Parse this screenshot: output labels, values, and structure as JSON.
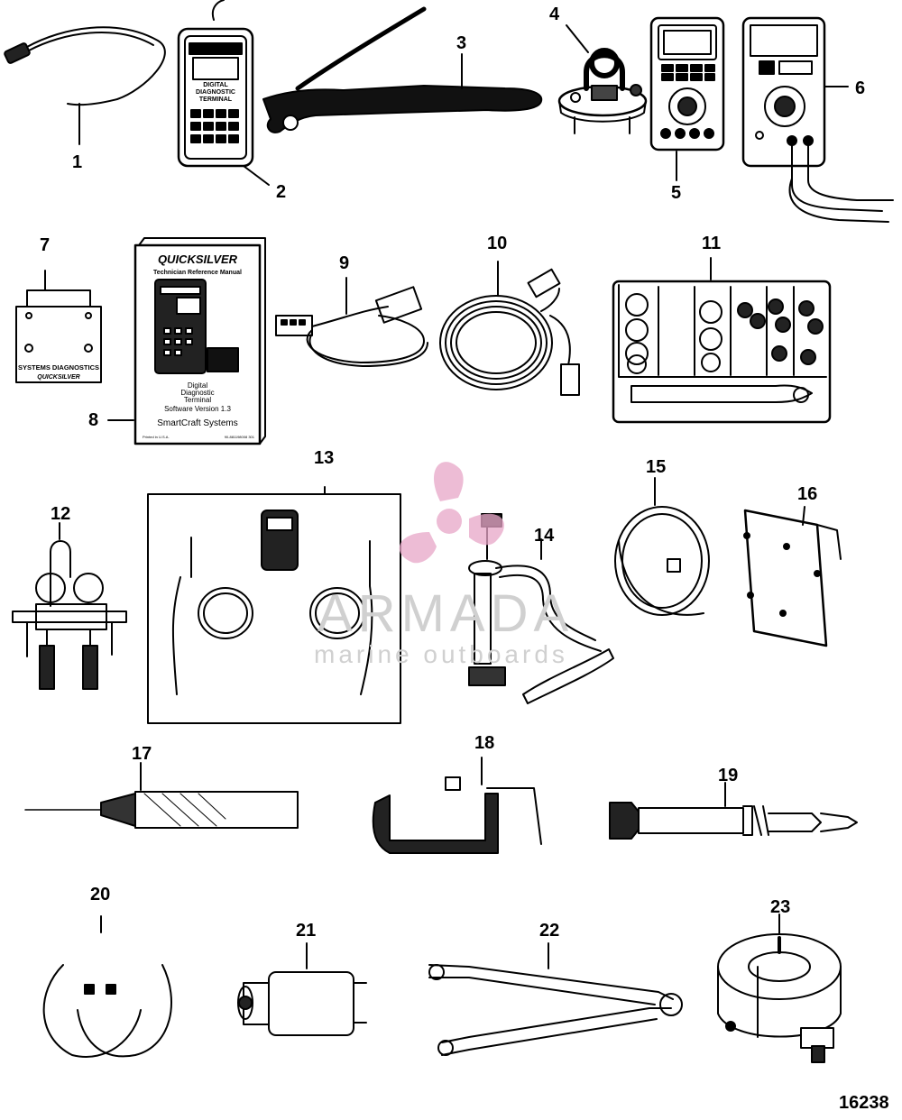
{
  "callouts": [
    {
      "num": "1"
    },
    {
      "num": "2"
    },
    {
      "num": "3"
    },
    {
      "num": "4"
    },
    {
      "num": "5"
    },
    {
      "num": "6"
    },
    {
      "num": "7"
    },
    {
      "num": "8"
    },
    {
      "num": "9"
    },
    {
      "num": "10"
    },
    {
      "num": "11"
    },
    {
      "num": "12"
    },
    {
      "num": "13"
    },
    {
      "num": "14"
    },
    {
      "num": "15"
    },
    {
      "num": "16"
    },
    {
      "num": "17"
    },
    {
      "num": "18"
    },
    {
      "num": "19"
    },
    {
      "num": "20"
    },
    {
      "num": "21"
    },
    {
      "num": "22"
    },
    {
      "num": "23"
    }
  ],
  "figure_number": "16238",
  "watermark": {
    "name": "ARMADA",
    "subtitle": "marine outboards",
    "color": "#e8a6c8"
  },
  "terminal": {
    "brand": "QUICKSILVER",
    "line1": "DIGITAL",
    "line2": "DIAGNOSTIC",
    "line3": "TERMINAL"
  },
  "manual": {
    "brand": "QUICKSILVER",
    "title": "Technician Reference Manual",
    "line1": "Digital",
    "line2": "Diagnostic",
    "line3": "Terminal",
    "version": "Software Version 1.3",
    "product": "SmartCraft    Systems",
    "footer_left": "Printed in U.S.A.",
    "footer_right": "90-881198008  301"
  },
  "cartridge": {
    "label": "SYSTEMS DIAGNOSTICS",
    "brand": "QUICKSILVER"
  }
}
